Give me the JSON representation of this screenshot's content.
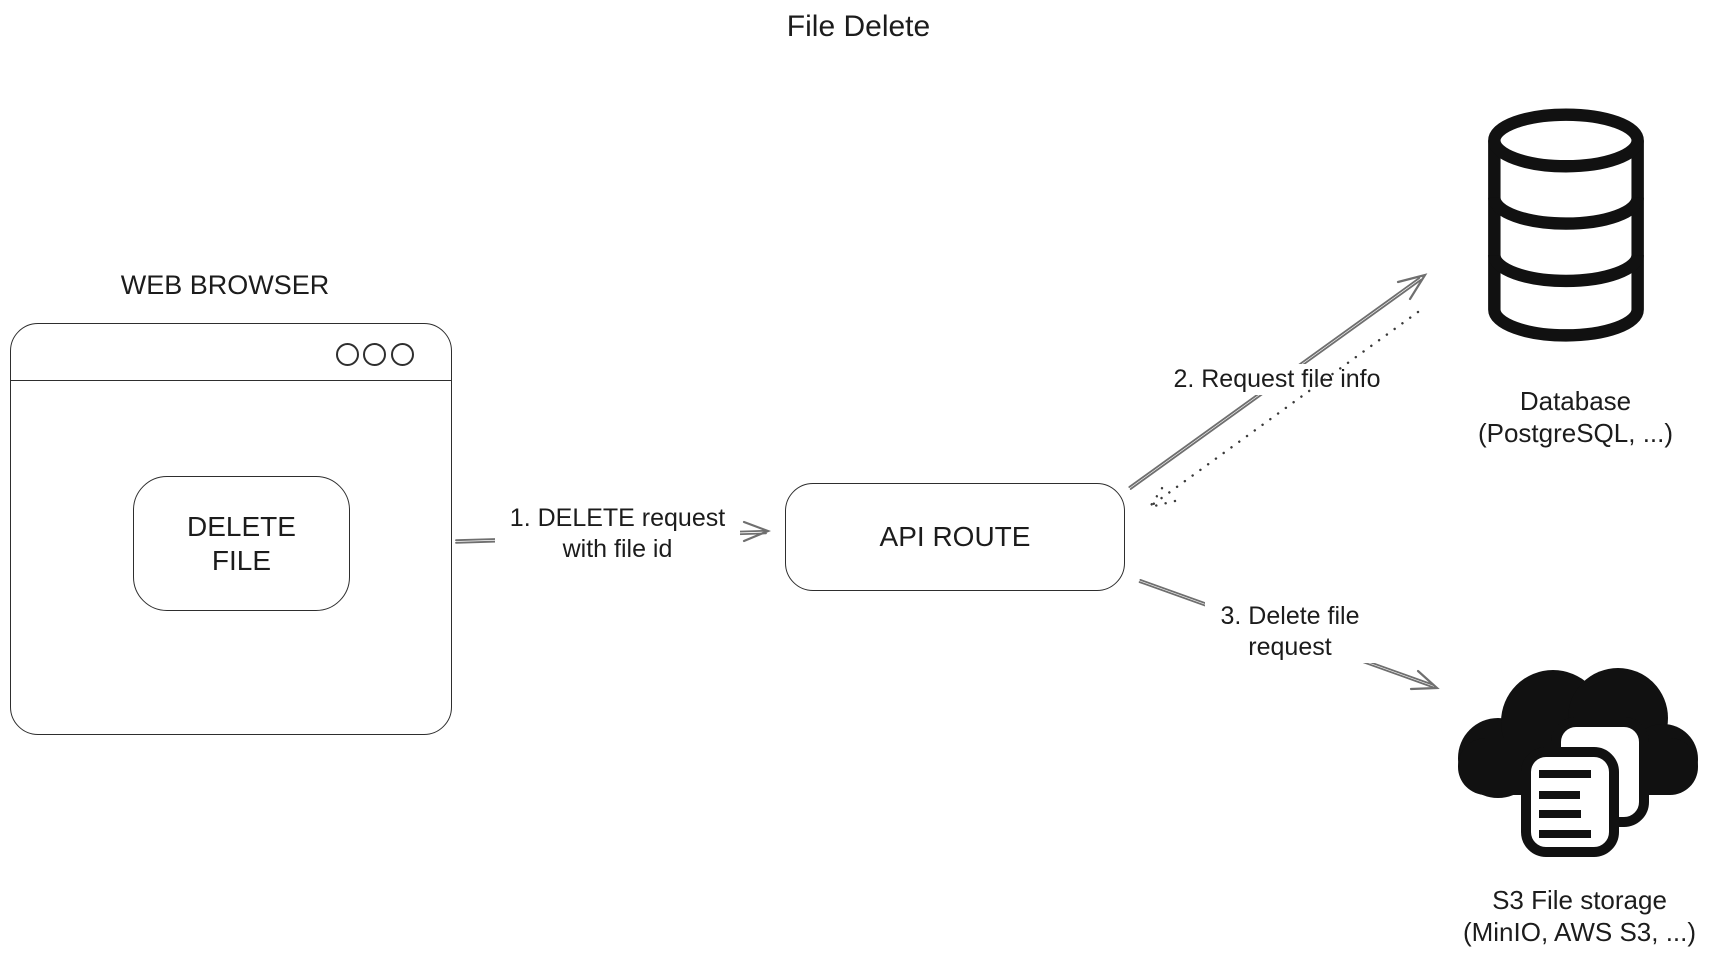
{
  "title": "File Delete",
  "colors": {
    "background": "#ffffff",
    "box_stroke": "#2e2e2e",
    "arrow": "#6f6f6f",
    "dotted_arrow": "#3a3a3a",
    "text": "#1c1c1c",
    "icon": "#111111"
  },
  "browser": {
    "title": "WEB BROWSER",
    "window_control_dots": 3,
    "delete_button": {
      "line1": "DELETE",
      "line2": "FILE"
    }
  },
  "api": {
    "label": "API ROUTE"
  },
  "flows": {
    "step1": {
      "line1": "1. DELETE request",
      "line2": "with file id"
    },
    "step2": {
      "label": "2. Request file info"
    },
    "step3": {
      "line1": "3. Delete file",
      "line2": "request"
    }
  },
  "database": {
    "name": "Database",
    "detail": "(PostgreSQL, ...)",
    "icon": "database-cylinder-icon"
  },
  "storage": {
    "name": "S3 File storage",
    "detail": "(MinIO, AWS S3, ...)",
    "icon": "cloud-files-icon"
  }
}
